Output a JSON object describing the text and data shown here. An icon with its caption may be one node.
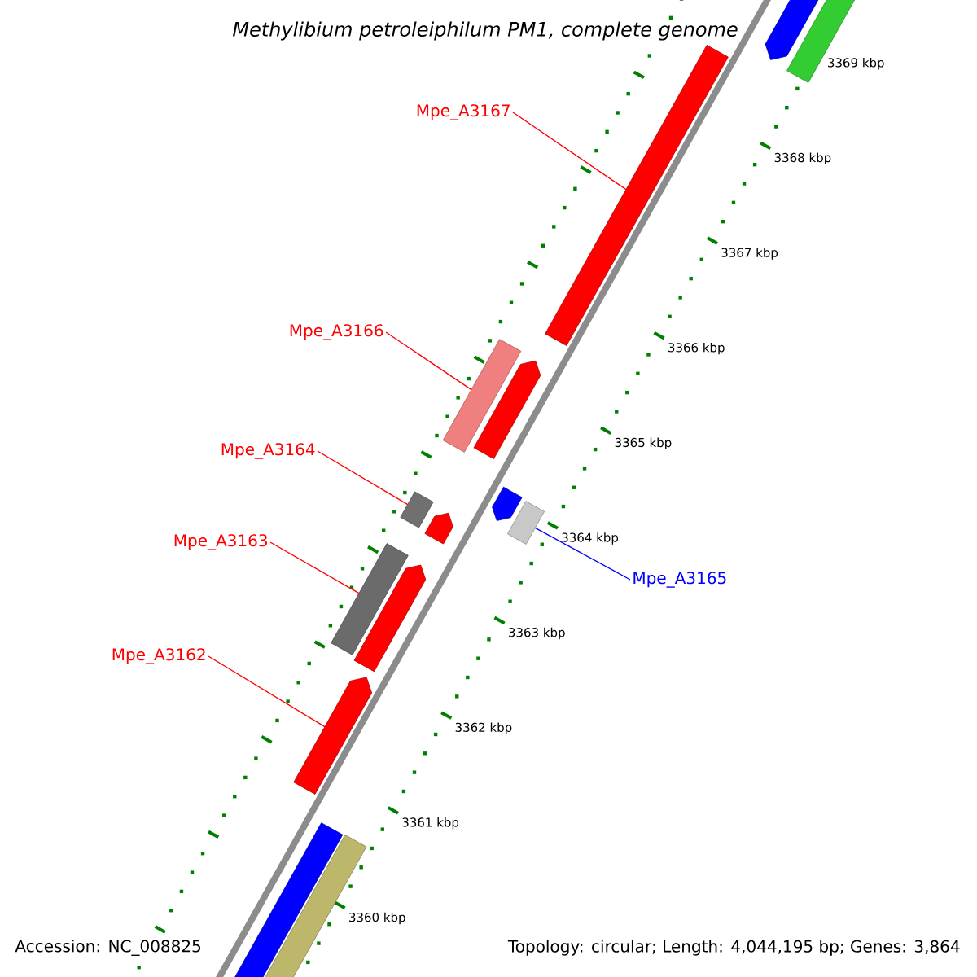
{
  "diagram": {
    "title": "Methylibium petroleiphilum PM1, complete genome",
    "nodes": [
      {
        "text": [
          "Mpe_A3167"
        ]
      },
      {
        "text": [
          "Mpe_A3166"
        ]
      },
      {
        "text": [
          "Mpe_A3164"
        ]
      },
      {
        "text": [
          "Mpe_A3163"
        ]
      },
      {
        "text": [
          "Mpe_A3165"
        ]
      },
      {
        "text": [
          "Mpe_A3162"
        ]
      },
      {
        "text": [],
        "shape": "bar"
      },
      {
        "text": [],
        "shape": "bar"
      },
      {
        "text": [],
        "shape": "bar"
      },
      {
        "text": [],
        "shape": "bar"
      },
      {
        "text": [],
        "shape": "bar"
      },
      {
        "text": [],
        "shape": "bar"
      }
    ],
    "edges": [
      {
        "from": 0,
        "to": 6,
        "arrow": "none"
      },
      {
        "from": 1,
        "to": 7,
        "arrow": "none"
      },
      {
        "from": 2,
        "to": 8,
        "arrow": "none"
      },
      {
        "from": 3,
        "to": 9,
        "arrow": "none"
      },
      {
        "from": 4,
        "to": 10,
        "arrow": "none",
        "color": "#0000ff"
      },
      {
        "from": 5,
        "to": 11,
        "arrow": "none"
      }
    ],
    "labels": [
      "3369 kbp",
      "3368 kbp",
      "3367 kbp",
      "3366 kbp",
      "3365 kbp",
      "3364 kbp",
      "3363 kbp",
      "3362 kbp",
      "3361 kbp",
      "3360 kbp",
      "Accession: NC_008825",
      "Topology: circular; Length: 4,044,195 bp; Genes: 3,864"
    ]
  }
}
